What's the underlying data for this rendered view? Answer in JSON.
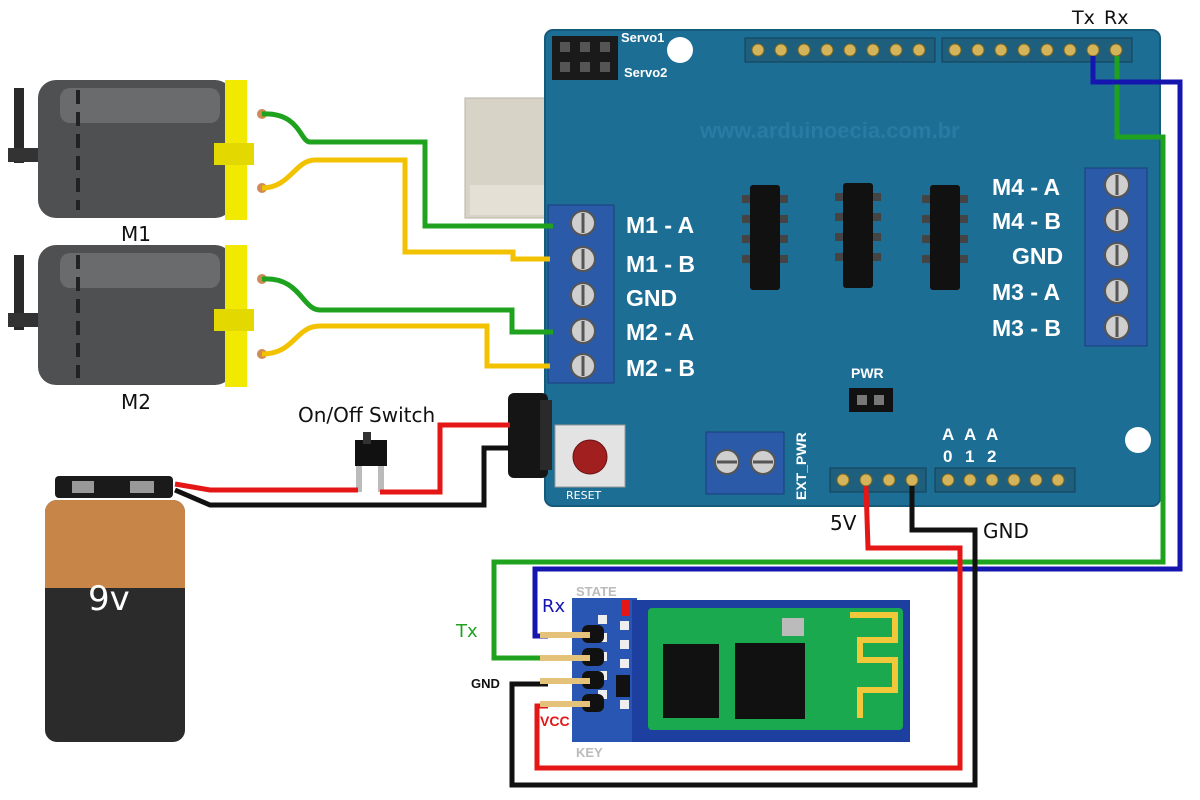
{
  "shield": {
    "watermark": "www.arduinoecia.com.br",
    "servo1": "Servo1",
    "servo2": "Servo2",
    "tx": "Tx",
    "rx": "Rx",
    "left_terminals": [
      "M1 - A",
      "M1 - B",
      "GND",
      "M2 - A",
      "M2 - B"
    ],
    "right_terminals": [
      "M4 - A",
      "M4 - B",
      "GND",
      "M3 - A",
      "M3 - B"
    ],
    "pwr": "PWR",
    "reset": "RESET",
    "ext_pwr": "EXT_PWR",
    "analog_a": [
      "A",
      "A",
      "A"
    ],
    "analog_n": [
      "0",
      "1",
      "2"
    ]
  },
  "motors": {
    "m1": "M1",
    "m2": "M2"
  },
  "switch": {
    "label": "On/Off Switch"
  },
  "battery": {
    "label": "9v"
  },
  "power": {
    "v5": "5V",
    "gnd": "GND"
  },
  "bluetooth": {
    "state": "STATE",
    "key": "KEY",
    "rx": "Rx",
    "tx": "Tx",
    "gnd": "GND",
    "vcc": "VCC"
  },
  "colors": {
    "board": "#1d6e95",
    "wire_green": "#1fa31f",
    "wire_yellow": "#f2c200",
    "wire_red": "#e51616",
    "wire_blue": "#1515b0",
    "wire_black": "#111111",
    "motor_gray": "#4f5051",
    "motor_yellow": "#f1ea00"
  }
}
